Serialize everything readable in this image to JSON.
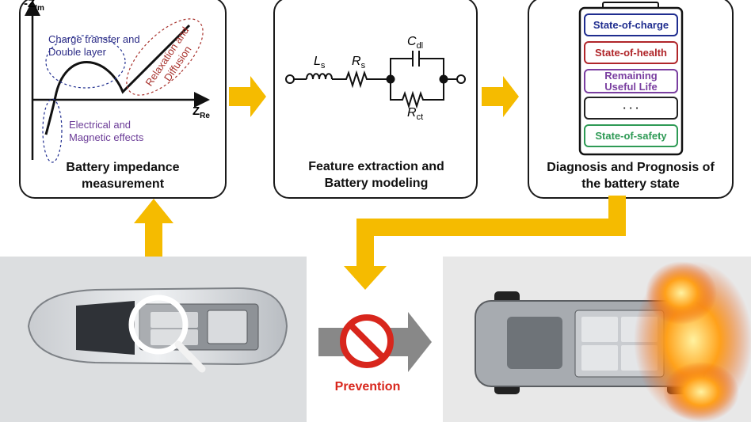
{
  "panels": {
    "impedance": {
      "title": "Battery impedance measurement",
      "y_axis": "-Z",
      "y_axis_sub": "Im",
      "x_axis": "Z",
      "x_axis_sub": "Re",
      "region_charge": "Charge transfer and Double layer",
      "region_relaxation": "Relaxation and Diffusion",
      "region_electrical": "Electrical and Magnetic effects"
    },
    "feature": {
      "title": "Feature extraction and Battery modeling",
      "ls": "L",
      "ls_sub": "s",
      "rs": "R",
      "rs_sub": "s",
      "cdl": "C",
      "cdl_sub": "dl",
      "rct": "R",
      "rct_sub": "ct"
    },
    "diagnosis": {
      "title": "Diagnosis and Prognosis of the battery state",
      "states": [
        {
          "label": "State-of-charge",
          "color": "#1f2d8f"
        },
        {
          "label": "State-of-health",
          "color": "#b0262a"
        },
        {
          "label": "Remaining Useful Life",
          "color": "#7a3fa0"
        },
        {
          "label": "· · ·",
          "color": "#222222"
        },
        {
          "label": "State-of-safety",
          "color": "#2e9a55"
        }
      ]
    }
  },
  "prevention_label": "Prevention",
  "colors": {
    "arrow": "#f5bb00",
    "prevent_red": "#d8261c",
    "charge_text": "#2b2b86",
    "relax_text": "#a8322d",
    "electrical_text": "#6c3d98"
  }
}
